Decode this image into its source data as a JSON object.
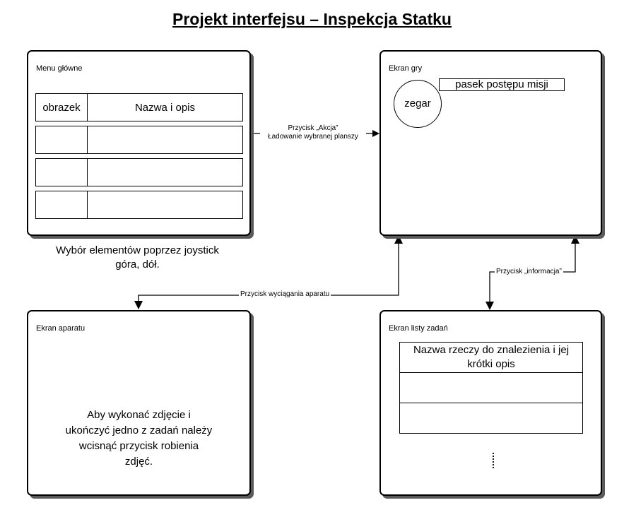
{
  "title": "Projekt interfejsu – Inspekcja Statku",
  "panels": {
    "menu": {
      "label": "Menu główne",
      "header_image": "obrazek",
      "header_name": "Nazwa i opis",
      "caption_line1": "Wybór elementów poprzez joystick",
      "caption_line2": "góra, dół."
    },
    "game": {
      "label": "Ekran gry",
      "clock": "zegar",
      "progress_bar": "pasek postępu misji"
    },
    "camera": {
      "label": "Ekran aparatu",
      "text_line1": "Aby wykonać zdjęcie i",
      "text_line2": "ukończyć jedno z zadań należy",
      "text_line3": "wcisnąć przycisk robienia",
      "text_line4": "zdjęć."
    },
    "tasks": {
      "label": "Ekran listy zadań",
      "header_line1": "Nazwa rzeczy do znalezienia i jej",
      "header_line2": "krótki opis"
    }
  },
  "edges": {
    "action_line1": "Przycisk „Akcja”",
    "action_line2": "Ładowanie wybranej planszy",
    "camera_button": "Przycisk wyciągania aparatu",
    "info_button": "Przycisk „informacja”"
  }
}
